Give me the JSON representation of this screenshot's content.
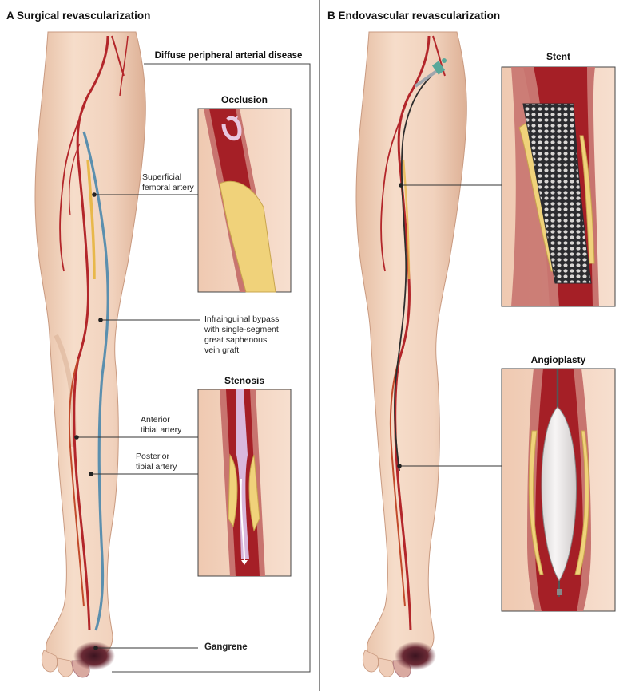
{
  "panel_a": {
    "title": "A  Surgical revascularization",
    "disease_box_title": "Diffuse peripheral arterial disease",
    "occlusion_title": "Occlusion",
    "stenosis_title": "Stenosis",
    "labels": {
      "superficial_femoral": "Superficial\nfemoral artery",
      "bypass": "Infrainguinal bypass\nwith single-segment\ngreat saphenous\nvein graft",
      "anterior_tibial": "Anterior\ntibial artery",
      "posterior_tibial": "Posterior\ntibial artery",
      "gangrene": "Gangrene"
    }
  },
  "panel_b": {
    "title": "B  Endovascular revascularization",
    "stent_title": "Stent",
    "angioplasty_title": "Angioplasty"
  },
  "colors": {
    "skin": "#f3d7c3",
    "skin_shade": "#e2b79c",
    "artery": "#b3262a",
    "vein_graft": "#5b8fae",
    "plaque": "#f0d27a",
    "necrosis": "#4a1b24"
  }
}
